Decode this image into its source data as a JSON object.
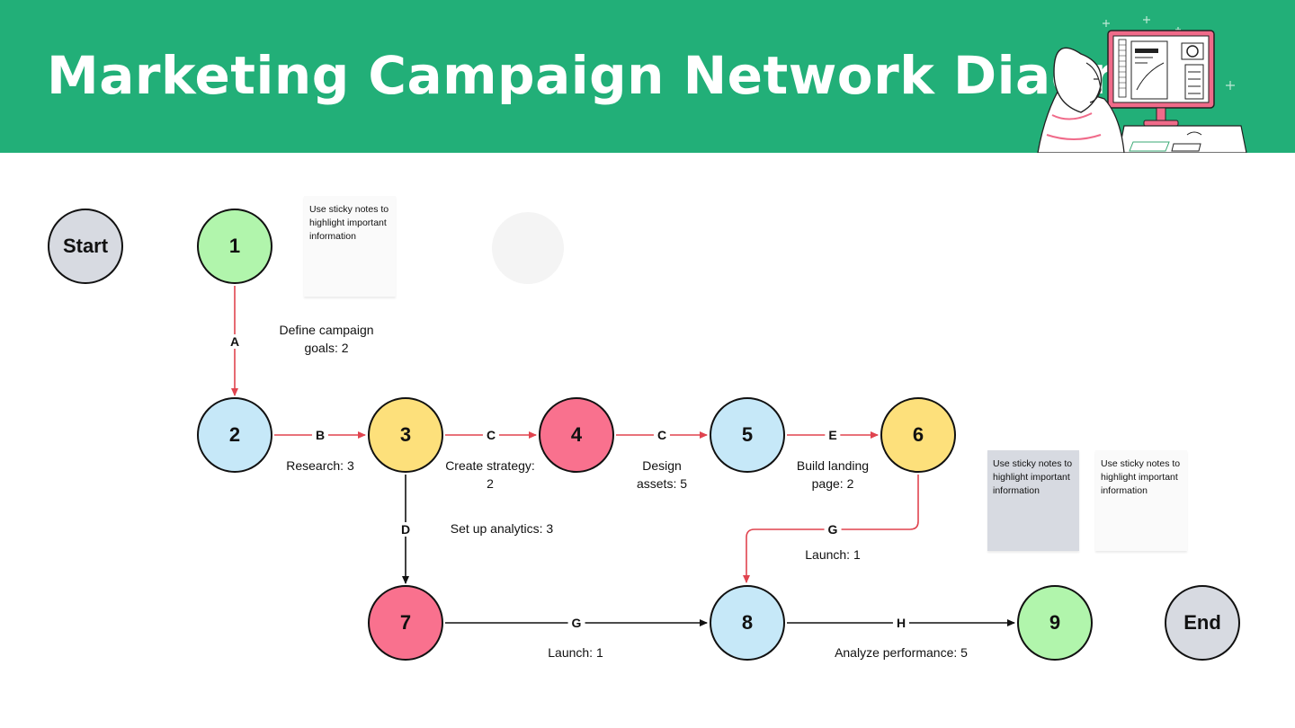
{
  "header": {
    "title": "Marketing Campaign Network Diagram",
    "background": "#22af78"
  },
  "nodes": {
    "start": "Start",
    "n1": "1",
    "n2": "2",
    "n3": "3",
    "n4": "4",
    "n5": "5",
    "n6": "6",
    "n7": "7",
    "n8": "8",
    "n9": "9",
    "end": "End"
  },
  "activities": {
    "a_letter": "A",
    "a_label": "Define campaign goals: 2",
    "b_letter": "B",
    "b_label": "Research: 3",
    "c1_letter": "C",
    "c1_label": "Create strategy: 2",
    "c2_letter": "C",
    "c2_label": "Design assets: 5",
    "e_letter": "E",
    "e_label": "Build landing page: 2",
    "d_letter": "D",
    "d_label": "Set up analytics: 3",
    "g1_letter": "G",
    "g1_label": "Launch: 1",
    "g2_letter": "G",
    "g2_label": "Launch: 1",
    "h_letter": "H",
    "h_label": "Analyze performance: 5"
  },
  "sticky_notes": {
    "note1": "Use sticky notes to highlight important information",
    "note2": "Use sticky notes to highlight important information",
    "note3": "Use sticky notes to highlight important information"
  },
  "colors": {
    "green": "#b1f5ac",
    "blue": "#c6e8f8",
    "yellow": "#fde07b",
    "red": "#f9718e",
    "gray": "#d7dae1",
    "critical_path": "#e0444f"
  }
}
